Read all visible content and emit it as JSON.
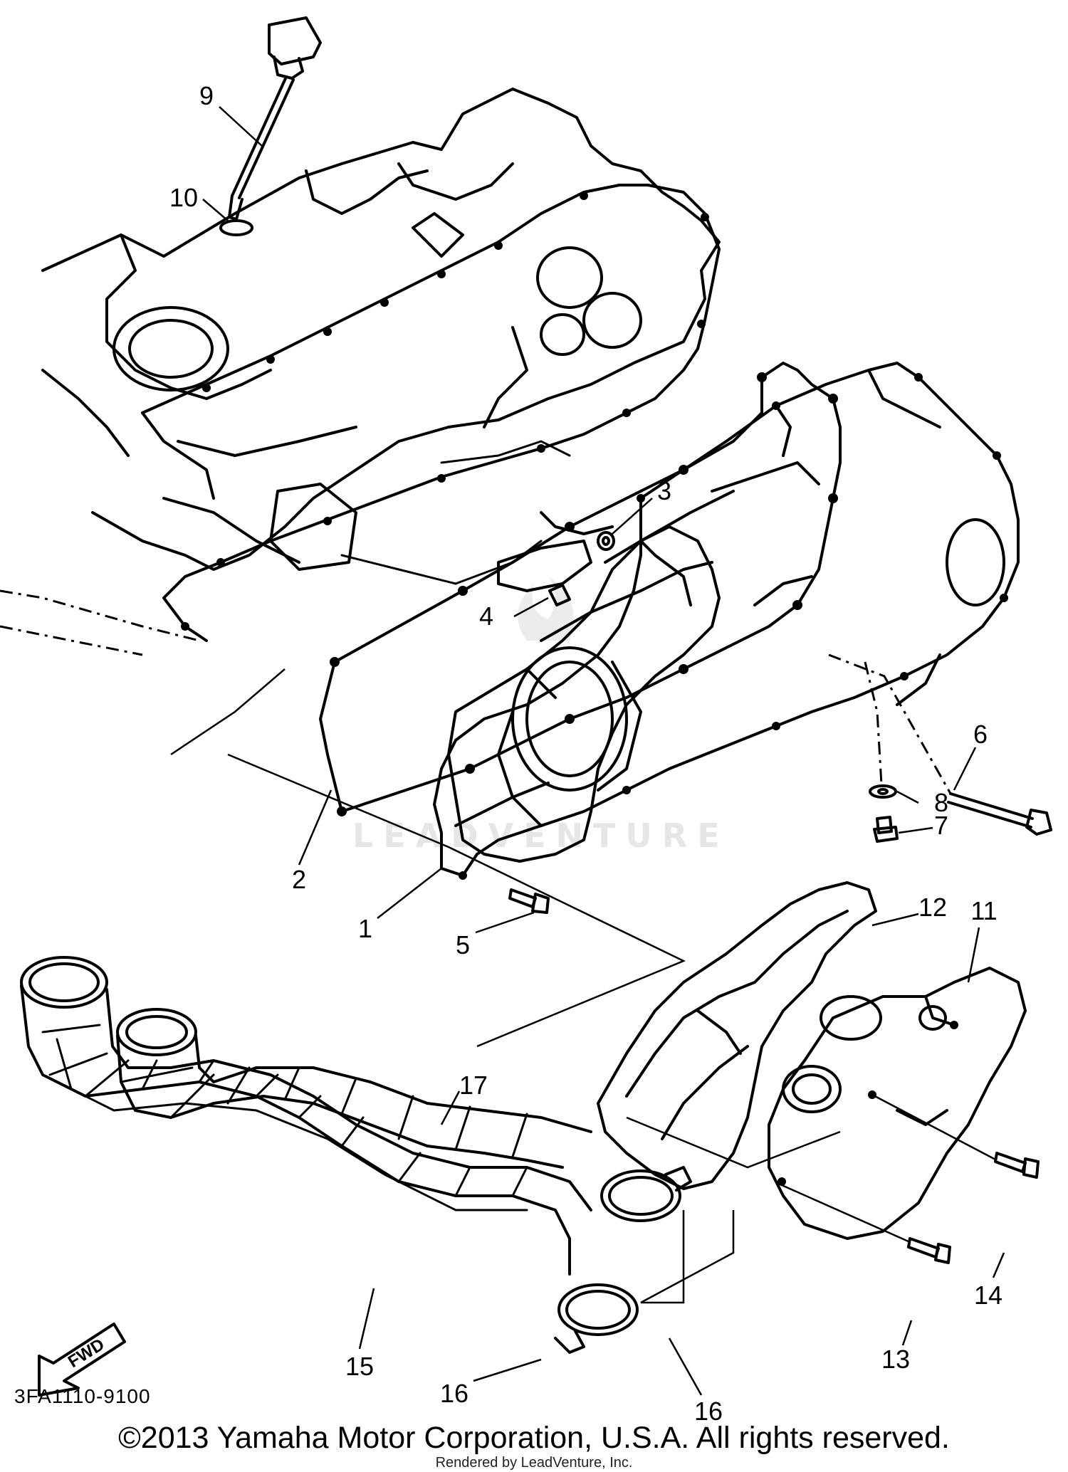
{
  "diagram": {
    "watermark": "LEADVENTURE",
    "callouts": [
      {
        "id": "c9",
        "label": "9"
      },
      {
        "id": "c10",
        "label": "10"
      },
      {
        "id": "c3",
        "label": "3"
      },
      {
        "id": "c4",
        "label": "4"
      },
      {
        "id": "c6",
        "label": "6"
      },
      {
        "id": "c8",
        "label": "8"
      },
      {
        "id": "c7",
        "label": "7"
      },
      {
        "id": "c2",
        "label": "2"
      },
      {
        "id": "c1",
        "label": "1"
      },
      {
        "id": "c5",
        "label": "5"
      },
      {
        "id": "c12",
        "label": "12"
      },
      {
        "id": "c11",
        "label": "11"
      },
      {
        "id": "c17",
        "label": "17"
      },
      {
        "id": "c14",
        "label": "14"
      },
      {
        "id": "c13",
        "label": "13"
      },
      {
        "id": "c16a",
        "label": "16"
      },
      {
        "id": "c15",
        "label": "15"
      },
      {
        "id": "c16b",
        "label": "16"
      }
    ],
    "fwd_arrow_text": "FWD",
    "drawing_code": "3FA1110-9100"
  },
  "footer": {
    "copyright": "©2013 Yamaha Motor Corporation, U.S.A. All rights reserved.",
    "rendered_by": "Rendered by LeadVenture, Inc."
  }
}
